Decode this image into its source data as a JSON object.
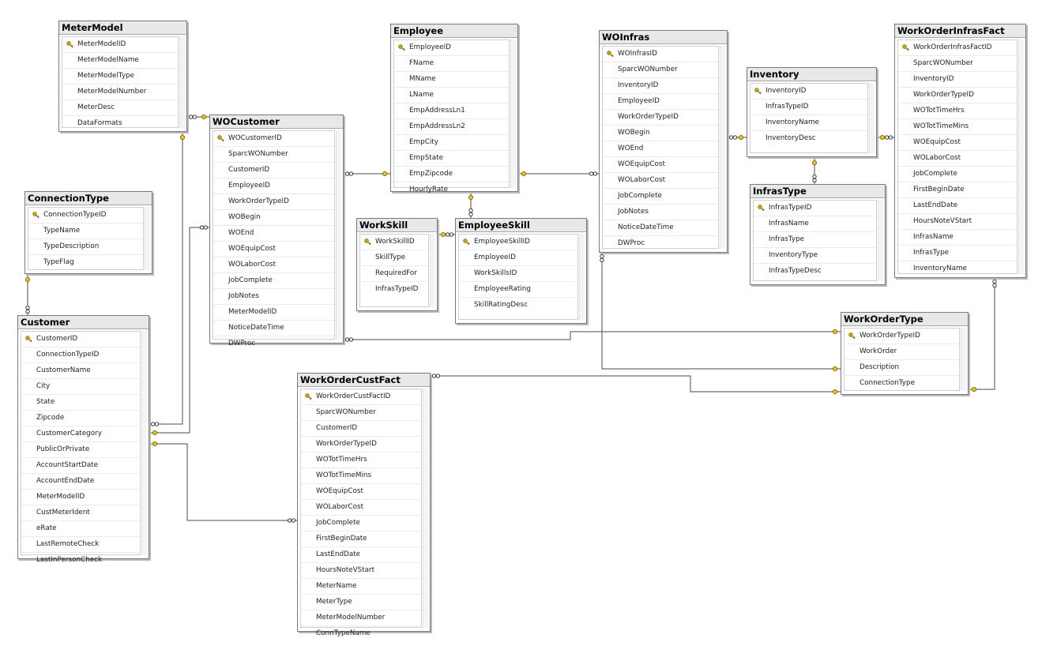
{
  "tables": [
    {
      "id": "metermodel",
      "name": "MeterModel",
      "columns": [
        {
          "name": "MeterModelID",
          "pk": true
        },
        {
          "name": "MeterModelName"
        },
        {
          "name": "MeterModelType"
        },
        {
          "name": "MeterModelNumber"
        },
        {
          "name": "MeterDesc"
        },
        {
          "name": "DataFormats"
        }
      ]
    },
    {
      "id": "connectiontype",
      "name": "ConnectionType",
      "columns": [
        {
          "name": "ConnectionTypeID",
          "pk": true
        },
        {
          "name": "TypeName"
        },
        {
          "name": "TypeDescription"
        },
        {
          "name": "TypeFlag"
        }
      ]
    },
    {
      "id": "customer",
      "name": "Customer",
      "columns": [
        {
          "name": "CustomerID",
          "pk": true
        },
        {
          "name": "ConnectionTypeID"
        },
        {
          "name": "CustomerName"
        },
        {
          "name": "City"
        },
        {
          "name": "State"
        },
        {
          "name": "Zipcode"
        },
        {
          "name": "CustomerCategory"
        },
        {
          "name": "PublicOrPrivate"
        },
        {
          "name": "AccountStartDate"
        },
        {
          "name": "AccountEndDate"
        },
        {
          "name": "MeterModelID"
        },
        {
          "name": "CustMeterIdent"
        },
        {
          "name": "eRate"
        },
        {
          "name": "LastRemoteCheck"
        },
        {
          "name": "LastInPersonCheck"
        }
      ]
    },
    {
      "id": "wocustomer",
      "name": "WOCustomer",
      "columns": [
        {
          "name": "WOCustomerID",
          "pk": true
        },
        {
          "name": "SparcWONumber"
        },
        {
          "name": "CustomerID"
        },
        {
          "name": "EmployeeID"
        },
        {
          "name": "WorkOrderTypeID"
        },
        {
          "name": "WOBegin"
        },
        {
          "name": "WOEnd"
        },
        {
          "name": "WOEquipCost"
        },
        {
          "name": "WOLaborCost"
        },
        {
          "name": "JobComplete"
        },
        {
          "name": "JobNotes"
        },
        {
          "name": "MeterModelID"
        },
        {
          "name": "NoticeDateTime"
        },
        {
          "name": "DWProc"
        }
      ]
    },
    {
      "id": "employee",
      "name": "Employee",
      "columns": [
        {
          "name": "EmployeeID",
          "pk": true
        },
        {
          "name": "FName"
        },
        {
          "name": "MName"
        },
        {
          "name": "LName"
        },
        {
          "name": "EmpAddressLn1"
        },
        {
          "name": "EmpAddressLn2"
        },
        {
          "name": "EmpCity"
        },
        {
          "name": "EmpState"
        },
        {
          "name": "EmpZipcode"
        },
        {
          "name": "HourlyRate"
        }
      ]
    },
    {
      "id": "workskill",
      "name": "WorkSkill",
      "columns": [
        {
          "name": "WorkSkillID",
          "pk": true
        },
        {
          "name": "SkillType"
        },
        {
          "name": "RequiredFor"
        },
        {
          "name": "InfrasTypeID"
        }
      ]
    },
    {
      "id": "employeeskill",
      "name": "EmployeeSkill",
      "columns": [
        {
          "name": "EmployeeSkillID",
          "pk": true
        },
        {
          "name": "EmployeeID"
        },
        {
          "name": "WorkSkillsID"
        },
        {
          "name": "EmployeeRating"
        },
        {
          "name": "SkillRatingDesc"
        }
      ]
    },
    {
      "id": "woinfras",
      "name": "WOInfras",
      "columns": [
        {
          "name": "WOInfrasID",
          "pk": true
        },
        {
          "name": "SparcWONumber"
        },
        {
          "name": "InventoryID"
        },
        {
          "name": "EmployeeID"
        },
        {
          "name": "WorkOrderTypeID"
        },
        {
          "name": "WOBegin"
        },
        {
          "name": "WOEnd"
        },
        {
          "name": "WOEquipCost"
        },
        {
          "name": "WOLaborCost"
        },
        {
          "name": "JobComplete"
        },
        {
          "name": "JobNotes"
        },
        {
          "name": "NoticeDateTime"
        },
        {
          "name": "DWProc"
        }
      ]
    },
    {
      "id": "inventory",
      "name": "Inventory",
      "columns": [
        {
          "name": "InventoryID",
          "pk": true
        },
        {
          "name": "InfrasTypeID"
        },
        {
          "name": "InventoryName"
        },
        {
          "name": "InventoryDesc"
        }
      ]
    },
    {
      "id": "infrastype",
      "name": "InfrasType",
      "columns": [
        {
          "name": "InfrasTypeID",
          "pk": true
        },
        {
          "name": "InfrasName"
        },
        {
          "name": "InfrasType"
        },
        {
          "name": "InventoryType"
        },
        {
          "name": "InfrasTypeDesc"
        }
      ]
    },
    {
      "id": "workorderinfrasfact",
      "name": "WorkOrderInfrasFact",
      "columns": [
        {
          "name": "WorkOrderInfrasFactID",
          "pk": true
        },
        {
          "name": "SparcWONumber"
        },
        {
          "name": "InventoryID"
        },
        {
          "name": "WorkOrderTypeID"
        },
        {
          "name": "WOTotTimeHrs"
        },
        {
          "name": "WOTotTimeMins"
        },
        {
          "name": "WOEquipCost"
        },
        {
          "name": "WOLaborCost"
        },
        {
          "name": "JobComplete"
        },
        {
          "name": "FirstBeginDate"
        },
        {
          "name": "LastEndDate"
        },
        {
          "name": "HoursNoteVStart"
        },
        {
          "name": "InfrasName"
        },
        {
          "name": "InfrasType"
        },
        {
          "name": "InventoryName"
        }
      ]
    },
    {
      "id": "workordertype",
      "name": "WorkOrderType",
      "columns": [
        {
          "name": "WorkOrderTypeID",
          "pk": true
        },
        {
          "name": "WorkOrder"
        },
        {
          "name": "Description"
        },
        {
          "name": "ConnectionType"
        }
      ]
    },
    {
      "id": "workordercustfact",
      "name": "WorkOrderCustFact",
      "columns": [
        {
          "name": "WorkOrderCustFactID",
          "pk": true
        },
        {
          "name": "SparcWONumber"
        },
        {
          "name": "CustomerID"
        },
        {
          "name": "WorkOrderTypeID"
        },
        {
          "name": "WOTotTimeHrs"
        },
        {
          "name": "WOTotTimeMins"
        },
        {
          "name": "WOEquipCost"
        },
        {
          "name": "WOLaborCost"
        },
        {
          "name": "JobComplete"
        },
        {
          "name": "FirstBeginDate"
        },
        {
          "name": "LastEndDate"
        },
        {
          "name": "HoursNoteVStart"
        },
        {
          "name": "MeterName"
        },
        {
          "name": "MeterType"
        },
        {
          "name": "MeterModelNumber"
        },
        {
          "name": "ConnTypeName"
        }
      ]
    }
  ],
  "relationships": [
    {
      "from": "customer",
      "to": "connectiontype"
    },
    {
      "from": "customer",
      "to": "metermodel"
    },
    {
      "from": "wocustomer",
      "to": "metermodel"
    },
    {
      "from": "wocustomer",
      "to": "customer"
    },
    {
      "from": "wocustomer",
      "to": "employee"
    },
    {
      "from": "wocustomer",
      "to": "workordertype"
    },
    {
      "from": "employeeskill",
      "to": "employee"
    },
    {
      "from": "employeeskill",
      "to": "workskill"
    },
    {
      "from": "woinfras",
      "to": "employee"
    },
    {
      "from": "woinfras",
      "to": "inventory"
    },
    {
      "from": "woinfras",
      "to": "workordertype"
    },
    {
      "from": "inventory",
      "to": "infrastype"
    },
    {
      "from": "workorderinfrasfact",
      "to": "inventory"
    },
    {
      "from": "workorderinfrasfact",
      "to": "workordertype"
    },
    {
      "from": "workordercustfact",
      "to": "customer"
    },
    {
      "from": "workordercustfact",
      "to": "workordertype"
    }
  ],
  "colors": {
    "key": "#e8c90e",
    "key_outline": "#6b5a00",
    "connector": "#4a4a4a",
    "title_bar": "#e8e8e8"
  }
}
